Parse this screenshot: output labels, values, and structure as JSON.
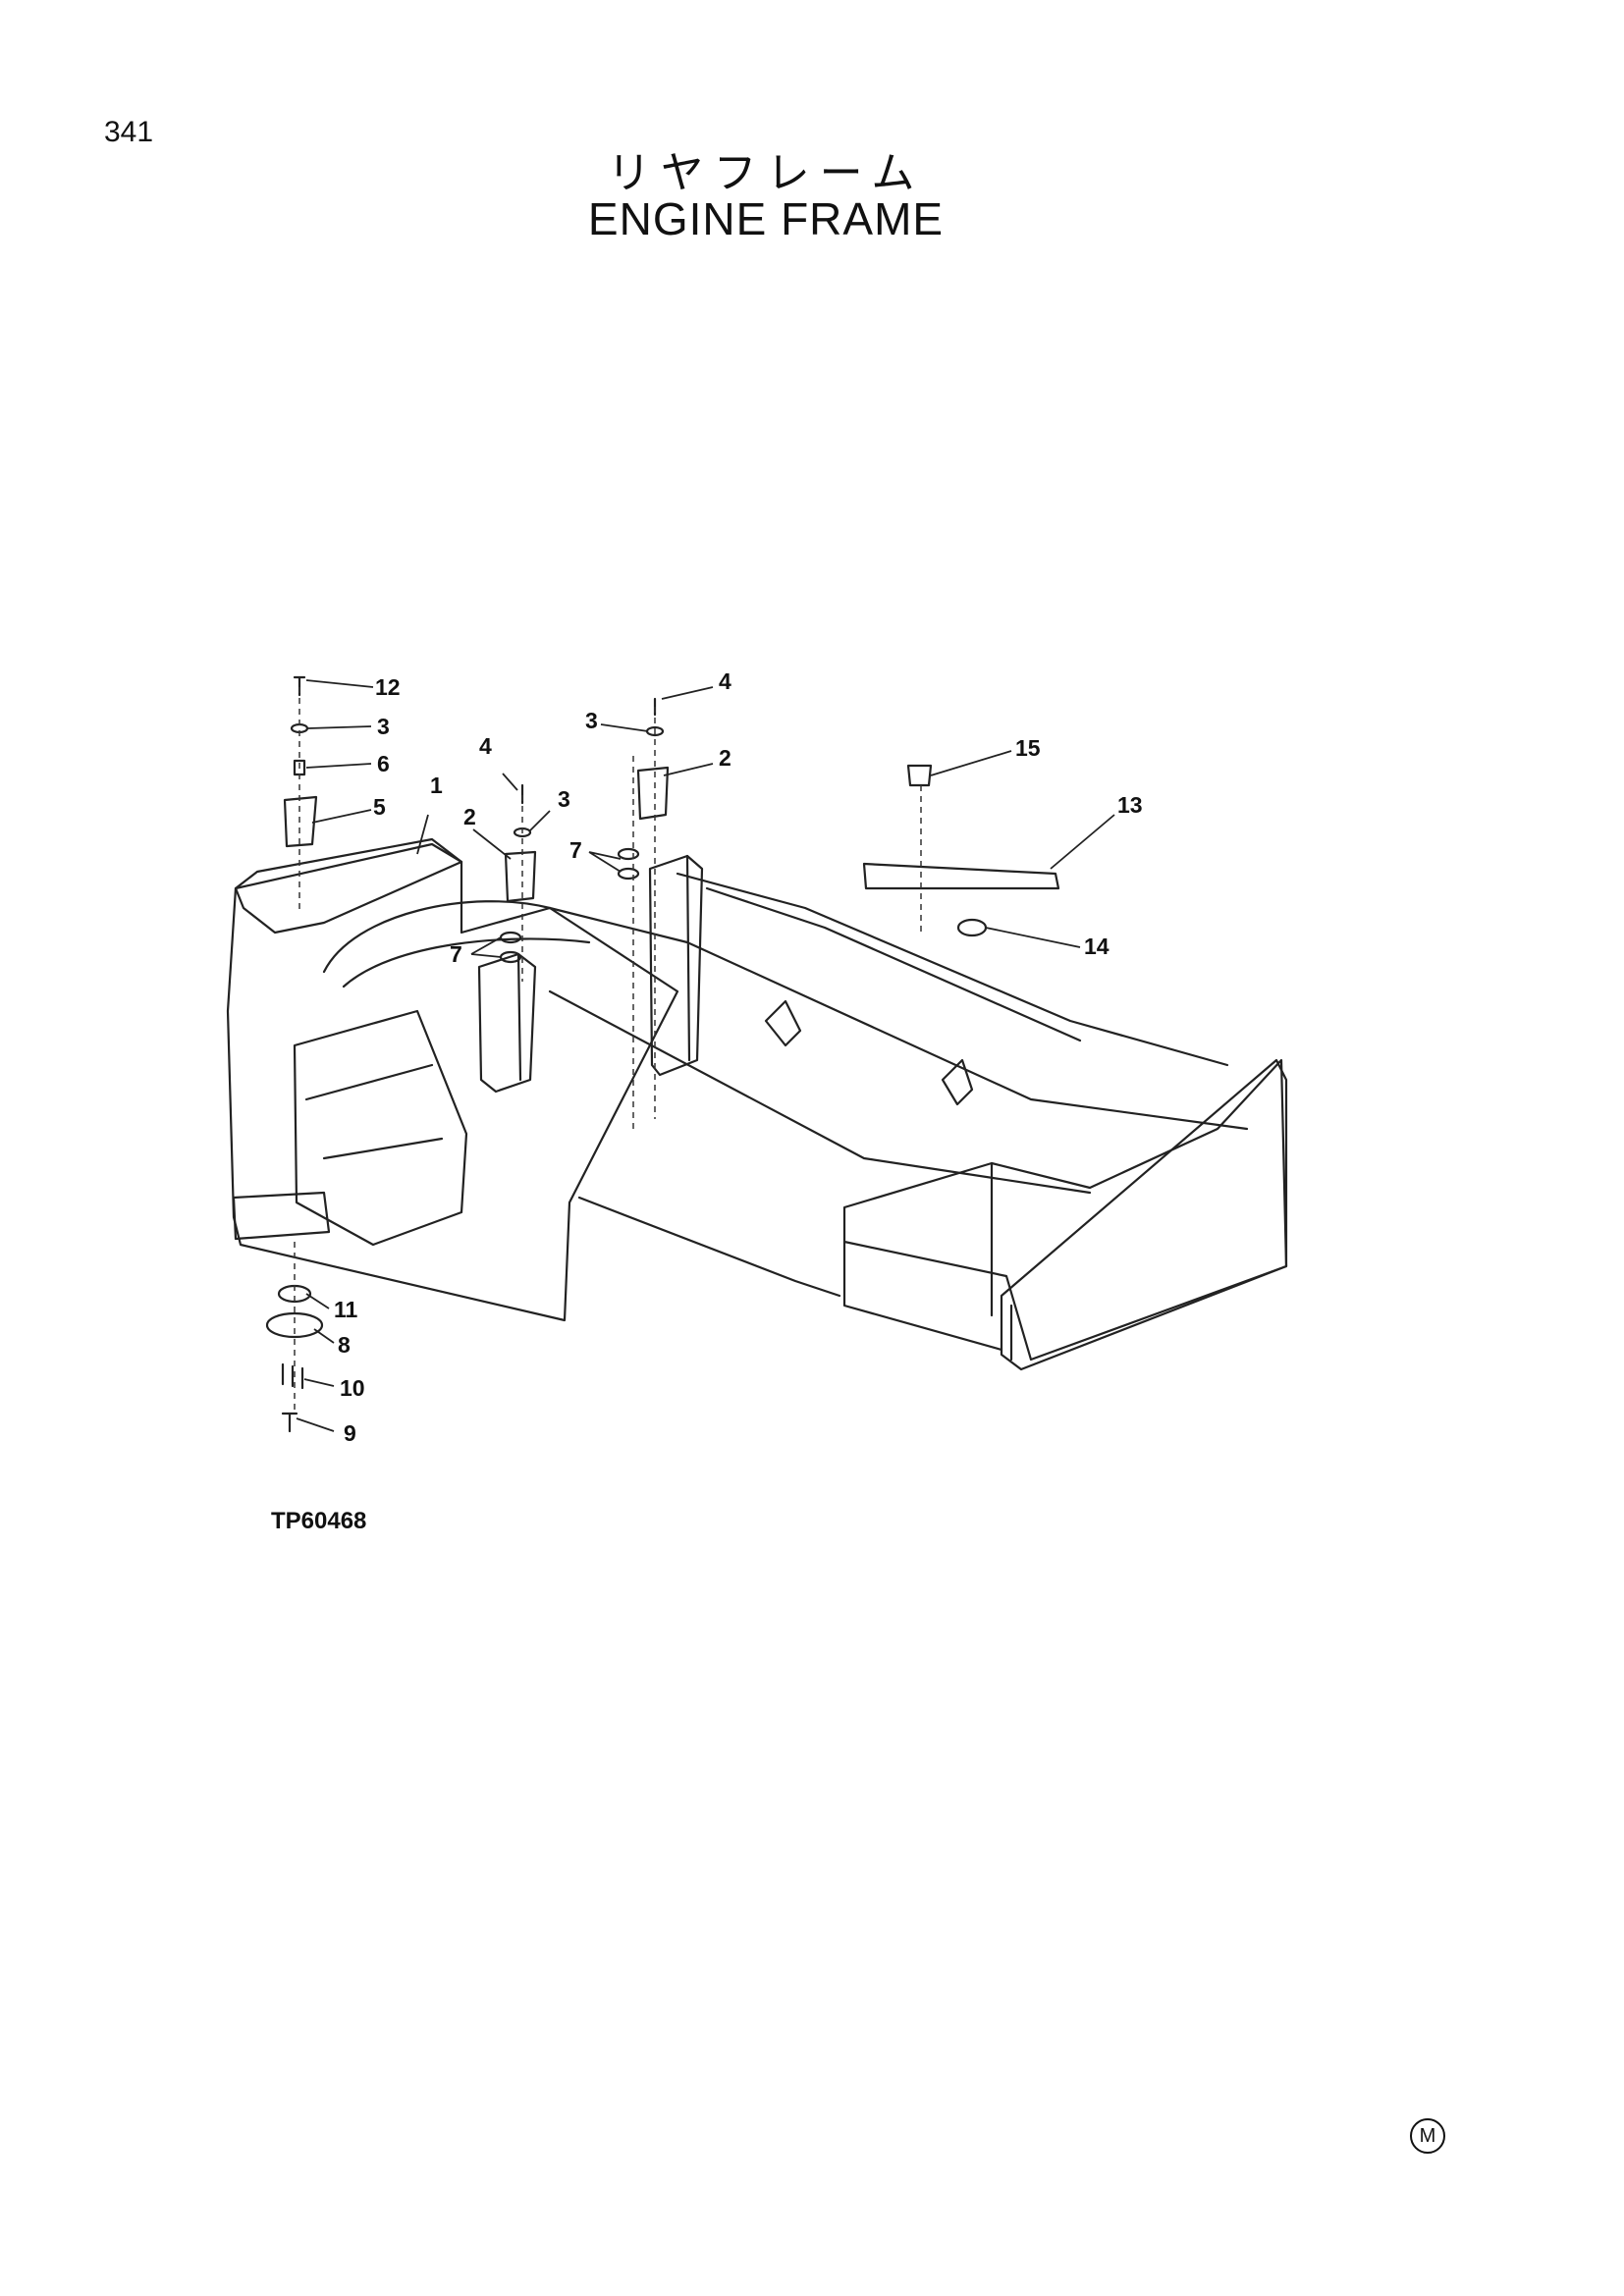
{
  "page": {
    "number": "341",
    "title_jp": "リヤフレーム",
    "title_en": "ENGINE FRAME",
    "drawing_code": "TP60468",
    "mark": "M"
  },
  "callouts": [
    {
      "id": "12",
      "text": "12"
    },
    {
      "id": "3a",
      "text": "3"
    },
    {
      "id": "6",
      "text": "6"
    },
    {
      "id": "5",
      "text": "5"
    },
    {
      "id": "1",
      "text": "1"
    },
    {
      "id": "4a",
      "text": "4"
    },
    {
      "id": "3b",
      "text": "3"
    },
    {
      "id": "2a",
      "text": "2"
    },
    {
      "id": "7a",
      "text": "7"
    },
    {
      "id": "7b",
      "text": "7"
    },
    {
      "id": "4b",
      "text": "4"
    },
    {
      "id": "3c",
      "text": "3"
    },
    {
      "id": "2b",
      "text": "2"
    },
    {
      "id": "15",
      "text": "15"
    },
    {
      "id": "13",
      "text": "13"
    },
    {
      "id": "14",
      "text": "14"
    },
    {
      "id": "11",
      "text": "11"
    },
    {
      "id": "8",
      "text": "8"
    },
    {
      "id": "10",
      "text": "10"
    },
    {
      "id": "9",
      "text": "9"
    }
  ]
}
